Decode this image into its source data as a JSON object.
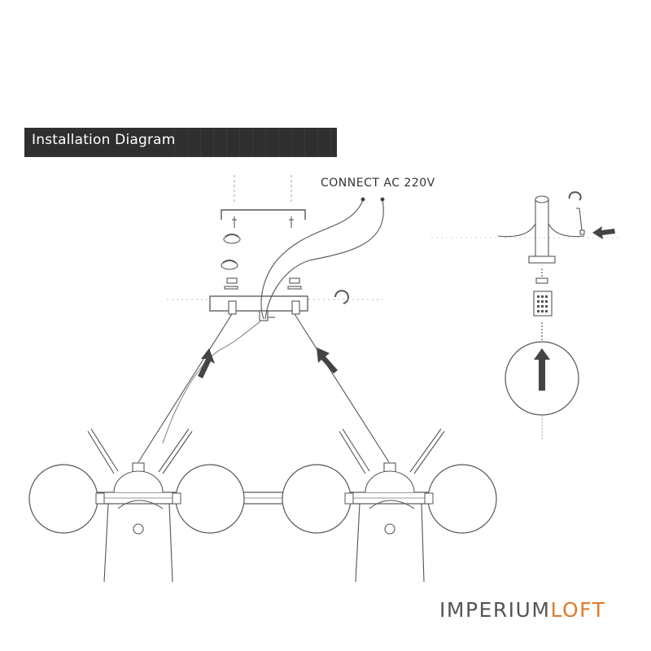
{
  "header": {
    "title": "Installation Diagram"
  },
  "annotation": {
    "power_label": "CONNECT AC 220V"
  },
  "brand": {
    "part1": "IMPERIUM",
    "part2": "LOFT",
    "part1_color": "#555555",
    "part2_color": "#e07a2e"
  },
  "colors": {
    "banner_bg": "#2f2f2f",
    "line": "#555555",
    "arrow": "#444444"
  }
}
